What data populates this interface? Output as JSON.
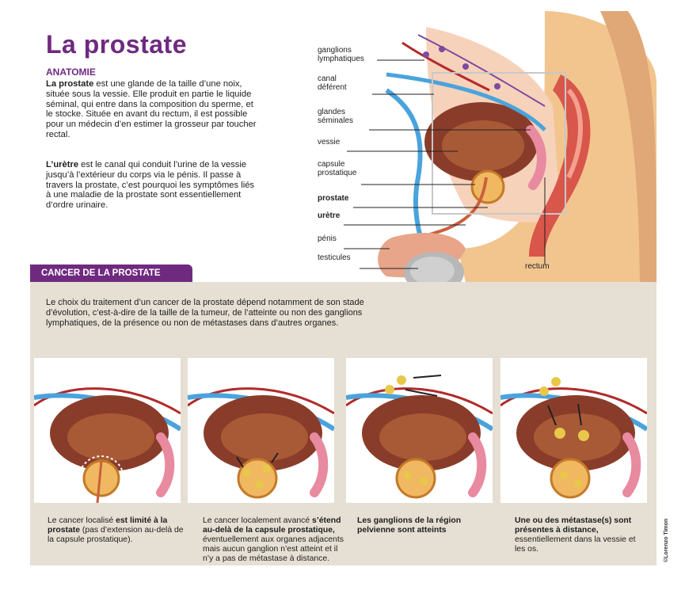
{
  "title": "La prostate",
  "anatomy": {
    "heading": "ANATOMIE",
    "p1_bold": "La prostate",
    "p1_text": " est une glande de la taille d’une noix, située sous la vessie. Elle produit en partie le liquide séminal, qui entre dans la composition du sperme, et le stocke. Située en avant du rectum, il est possible pour un médecin d’en estimer la grosseur par toucher rectal.",
    "p2_bold": "L’urètre",
    "p2_text": " est le canal qui conduit l’urine de la vessie jusqu’à l’extérieur du corps via le pénis. Il passe à travers la prostate, c’est pourquoi les symptômes liés à une maladie de la prostate sont essentiellement d’ordre urinaire."
  },
  "labels": {
    "ganglions": "ganglions lymphatiques",
    "canal": "canal déférent",
    "glandes": "glandes séminales",
    "vessie": "vessie",
    "capsule": "capsule prostatique",
    "prostate": "prostate",
    "uretre": "urètre",
    "penis": "pénis",
    "testicules": "testicules",
    "rectum": "rectum"
  },
  "cancer": {
    "banner": "CANCER DE LA PROSTATE",
    "intro": "Le choix du traitement d’un cancer de la prostate dépend notamment de son stade d’évolution, c’est-à-dire de la taille de la tumeur, de l’atteinte ou non des ganglions lymphatiques, de la présence ou non de métastases dans d’autres organes."
  },
  "stages": [
    {
      "pre": "Le cancer localisé ",
      "bold": "est limité à la prostate",
      "post": " (pas d’extension au-delà de la capsule prostatique)."
    },
    {
      "pre": "Le cancer localement avancé ",
      "bold": "s’étend au-delà de la capsule prostatique,",
      "post": " éventuellement aux organes adjacents mais aucun ganglion n’est atteint et il n’y a pas de métastase à distance."
    },
    {
      "pre": "",
      "bold": "Les ganglions de la région pelvienne sont atteints",
      "post": ""
    },
    {
      "pre": "",
      "bold": "Une ou des métastase(s) sont présentes à distance,",
      "post": " essentiellement dans la vessie et les os."
    }
  ],
  "credit": "©Lorenzo Timon",
  "colors": {
    "purple": "#6f2a80",
    "skin": "#f2c58f",
    "bladder": "#8a3c2a",
    "vessel_blue": "#4aa3dc",
    "tissue_pink": "#f3b3a4",
    "background": "#e6dfd3"
  }
}
